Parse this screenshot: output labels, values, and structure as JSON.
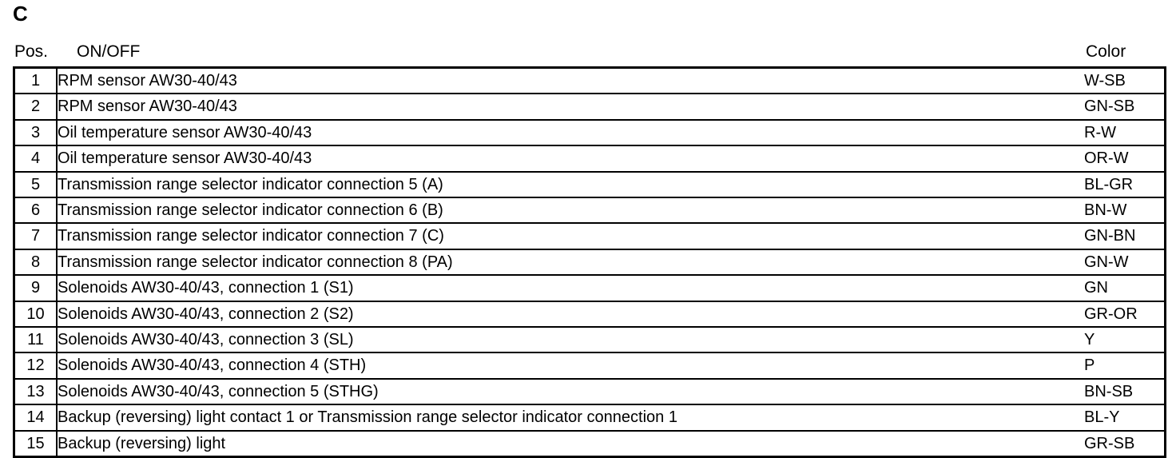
{
  "section": {
    "letter": "C"
  },
  "table": {
    "headers": {
      "pos": "Pos.",
      "function": "ON/OFF",
      "color": "Color"
    },
    "rows": [
      {
        "pos": "1",
        "desc": "RPM sensor AW30-40/43",
        "color": "W-SB"
      },
      {
        "pos": "2",
        "desc": "RPM sensor AW30-40/43",
        "color": "GN-SB"
      },
      {
        "pos": "3",
        "desc": "Oil temperature sensor AW30-40/43",
        "color": "R-W"
      },
      {
        "pos": "4",
        "desc": "Oil temperature sensor AW30-40/43",
        "color": "OR-W"
      },
      {
        "pos": "5",
        "desc": "Transmission range selector indicator connection 5 (A)",
        "color": "BL-GR"
      },
      {
        "pos": "6",
        "desc": "Transmission range selector indicator connection 6 (B)",
        "color": "BN-W"
      },
      {
        "pos": "7",
        "desc": "Transmission range selector indicator connection 7 (C)",
        "color": "GN-BN"
      },
      {
        "pos": "8",
        "desc": "Transmission range selector indicator connection 8 (PA)",
        "color": "GN-W"
      },
      {
        "pos": "9",
        "desc": "Solenoids AW30-40/43, connection 1 (S1)",
        "color": "GN"
      },
      {
        "pos": "10",
        "desc": "Solenoids AW30-40/43, connection 2 (S2)",
        "color": "GR-OR"
      },
      {
        "pos": "11",
        "desc": "Solenoids AW30-40/43, connection 3 (SL)",
        "color": "Y"
      },
      {
        "pos": "12",
        "desc": "Solenoids AW30-40/43, connection 4 (STH)",
        "color": "P"
      },
      {
        "pos": "13",
        "desc": "Solenoids AW30-40/43, connection 5 (STHG)",
        "color": "BN-SB"
      },
      {
        "pos": "14",
        "desc": "Backup (reversing) light contact 1 or Transmission range selector indicator connection 1",
        "color": "BL-Y"
      },
      {
        "pos": "15",
        "desc": "Backup (reversing) light",
        "color": "GR-SB"
      }
    ]
  }
}
